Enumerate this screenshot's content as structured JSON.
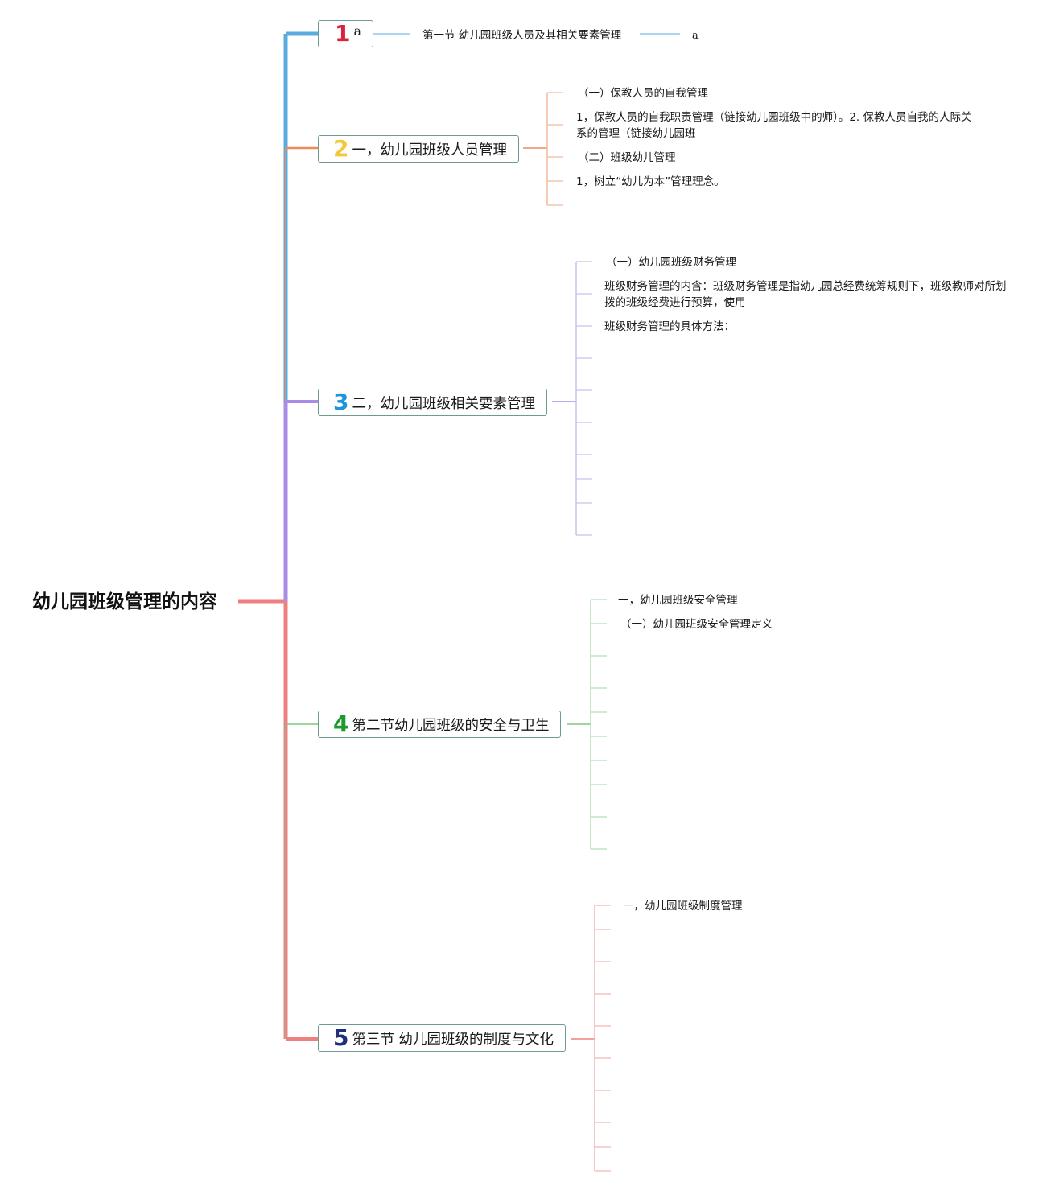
{
  "root": {
    "title": "幼儿园班级管理的内容"
  },
  "colors": {
    "b1": "#5aabdf",
    "b2": "#f08a5d",
    "b3": "#a98be8",
    "b4": "#7cc97c",
    "b5": "#f08080",
    "num1": "#d9233b",
    "num2": "#f3c93a",
    "num3": "#1e95dc",
    "num4": "#1e9b2e",
    "num5": "#1f2f7a"
  },
  "branches": [
    {
      "num": "1",
      "label": "a",
      "leaves": [
        {
          "text": "第一节 幼儿园班级人员及其相关要素管理"
        },
        {
          "text": "a"
        }
      ]
    },
    {
      "num": "2",
      "label": "一，幼儿园班级人员管理",
      "leaves": [
        {
          "text": "（一）保教人员的自我管理"
        },
        {
          "text": "1，保教人员的自我职责管理（链接幼儿园班级中的师）。2. 保教人员自我的人际关系的管理（链接幼儿园班"
        },
        {
          "text": "（二）班级幼儿管理"
        },
        {
          "text": "1，树立“幼儿为本”管理理念。"
        }
      ]
    },
    {
      "num": "3",
      "label": "二，幼儿园班级相关要素管理",
      "leaves": [
        {
          "text": "（一）幼儿园班级财务管理"
        },
        {
          "text": "班级财务管理的内含：班级财务管理是指幼儿园总经费统筹规则下，班级教师对所划拨的班级经费进行预算，使用"
        },
        {
          "text": "班级财务管理的具体方法："
        }
      ]
    },
    {
      "num": "4",
      "label": "第二节幼儿园班级的安全与卫生",
      "leaves": [
        {
          "text": "一，幼儿园班级安全管理"
        },
        {
          "text": "（一）幼儿园班级安全管理定义"
        }
      ]
    },
    {
      "num": "5",
      "label": "第三节 幼儿园班级的制度与文化",
      "leaves": [
        {
          "text": "一，幼儿园班级制度管理"
        }
      ]
    }
  ]
}
